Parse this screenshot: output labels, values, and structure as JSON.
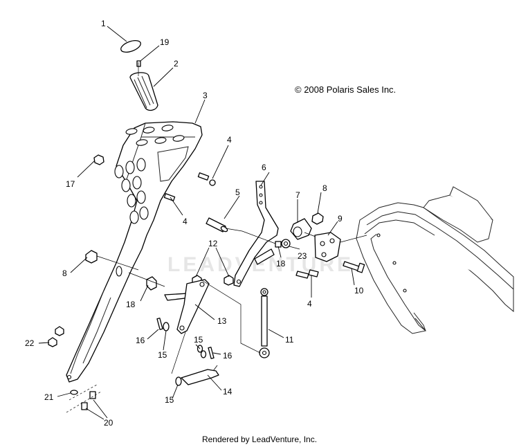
{
  "copyright": "© 2008 Polaris Sales Inc.",
  "footer": "Rendered by LeadVenture, Inc.",
  "watermark": "LEADVENTURE",
  "callouts": [
    "1",
    "19",
    "2",
    "3",
    "4",
    "17",
    "6",
    "8",
    "7",
    "5",
    "4",
    "9",
    "12",
    "18",
    "23",
    "8",
    "10",
    "18",
    "4",
    "13",
    "11",
    "16",
    "15",
    "15",
    "16",
    "22",
    "21",
    "15",
    "14",
    "20"
  ]
}
